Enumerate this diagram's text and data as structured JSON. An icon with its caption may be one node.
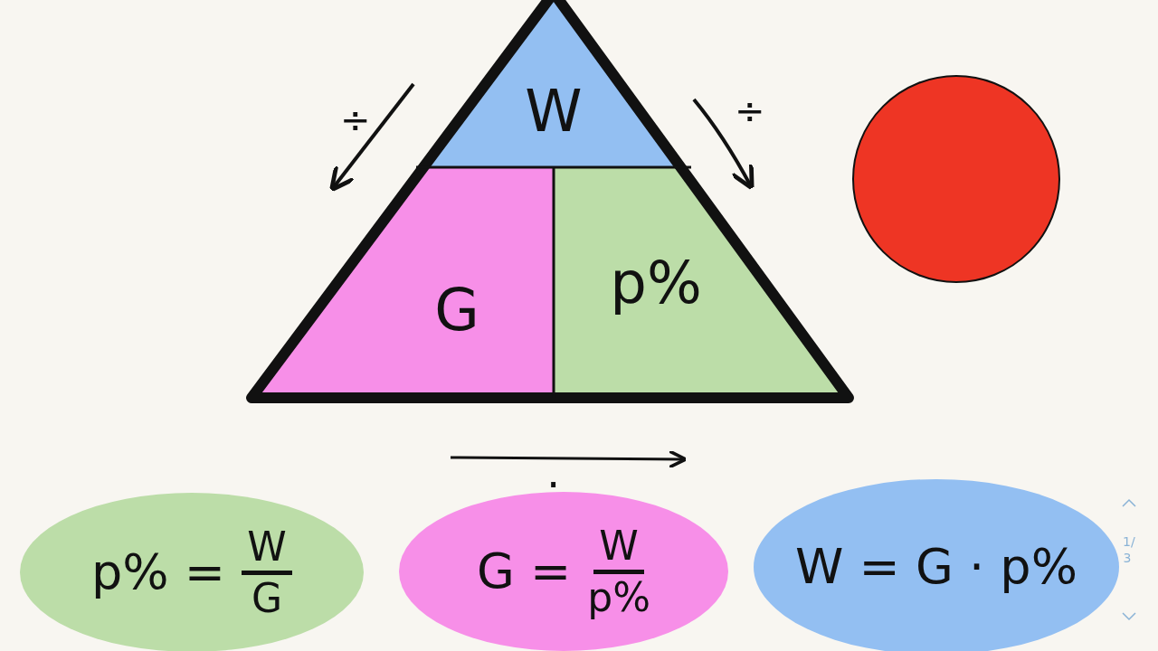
{
  "diagram": {
    "nodes": [
      {
        "text": [
          "W"
        ]
      },
      {
        "text": [
          "G"
        ]
      },
      {
        "text": [
          "p%"
        ]
      },
      {
        "text": [],
        "shape": "circle"
      },
      {
        "text": [
          "p% =",
          "W",
          "G"
        ]
      },
      {
        "text": [
          "G =",
          "W",
          "p%"
        ]
      },
      {
        "text": [
          "W = G · p%"
        ]
      }
    ],
    "labels": [
      "÷",
      "÷",
      "·",
      "1/3"
    ]
  }
}
